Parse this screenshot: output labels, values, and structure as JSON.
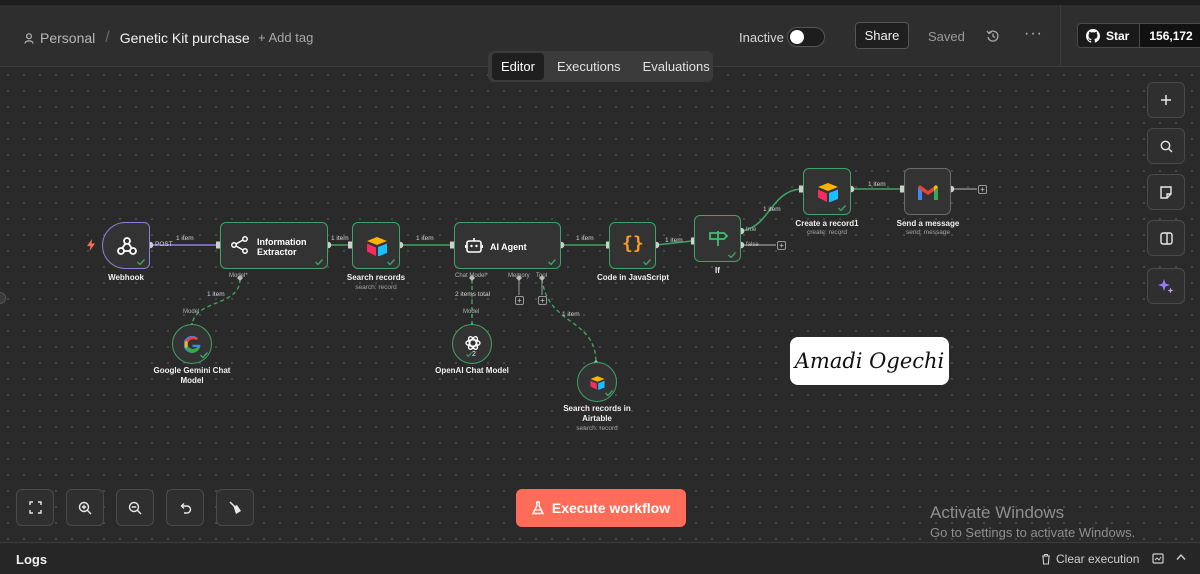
{
  "header": {
    "project": "Personal",
    "workflow_name": "Genetic Kit purchase",
    "add_tag": "+ Add tag",
    "status_label": "Inactive",
    "share_label": "Share",
    "saved_label": "Saved",
    "github_star": "Star",
    "github_count": "156,172"
  },
  "tabs": [
    {
      "label": "Editor",
      "active": true
    },
    {
      "label": "Executions",
      "active": false
    },
    {
      "label": "Evaluations",
      "active": false
    }
  ],
  "nodes": {
    "webhook": {
      "label": "Webhook"
    },
    "extractor": {
      "title": "Information Extractor"
    },
    "search": {
      "label": "Search records",
      "sub": "search: record"
    },
    "agent": {
      "title": "AI Agent"
    },
    "code": {
      "label": "Code in JavaScript"
    },
    "if": {
      "label": "If"
    },
    "create": {
      "label": "Create a record1",
      "sub": "create: record"
    },
    "gmail": {
      "label": "Send a message",
      "sub": "send: message"
    },
    "gemini": {
      "label": "Google Gemini Chat Model"
    },
    "openai": {
      "label": "OpenAI Chat Model",
      "badge": "2"
    },
    "airtable_tool": {
      "label": "Search records in Airtable",
      "sub": "search: record"
    }
  },
  "edges": {
    "post": "POST",
    "one_item": "1 item",
    "two_items_total": "2 items total",
    "true": "true",
    "false": "false"
  },
  "ports": {
    "model_star": "Model*",
    "model": "Model",
    "chat_model_star": "Chat Model*",
    "memory": "Memory",
    "tool": "Tool"
  },
  "signature": "Amadi Ogechi",
  "execute_label": "Execute workflow",
  "watermark": {
    "line1": "Activate Windows",
    "line2": "Go to Settings to activate Windows."
  },
  "logs": {
    "title": "Logs",
    "clear": "Clear execution"
  },
  "colors": {
    "accent": "#ff6d5a",
    "success": "#3fa368",
    "trigger": "#8b80e0"
  }
}
